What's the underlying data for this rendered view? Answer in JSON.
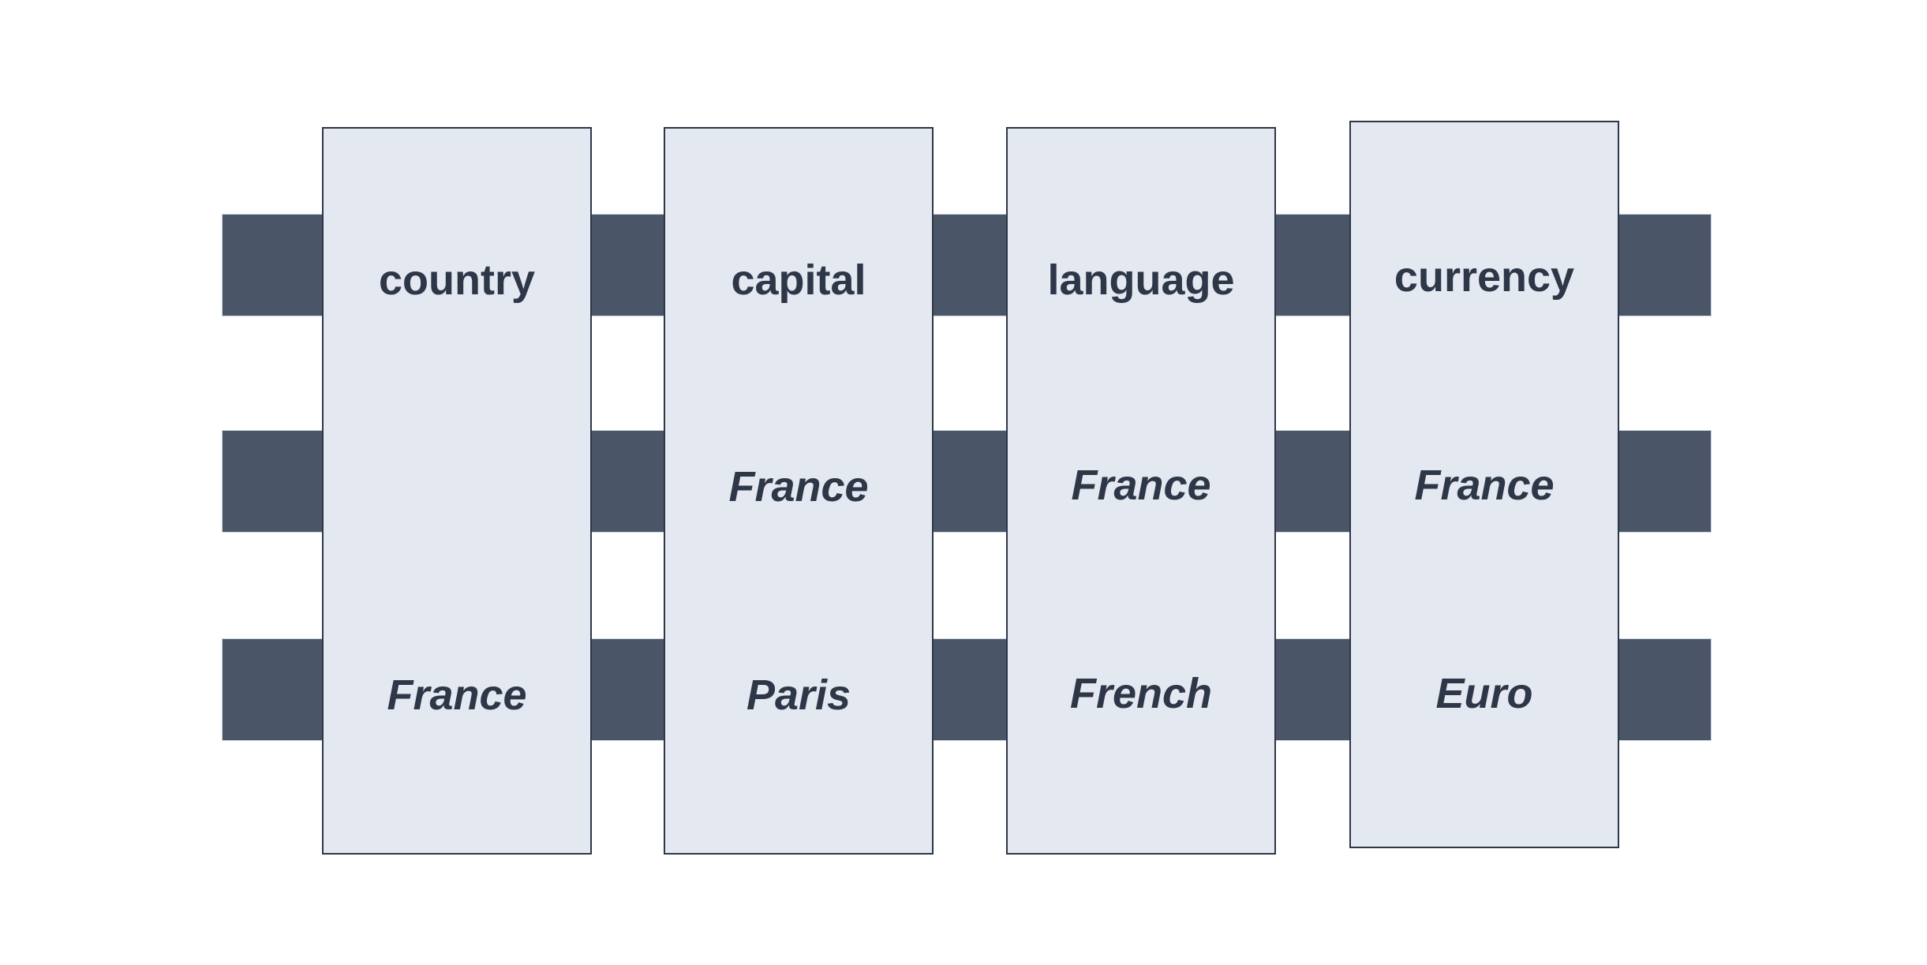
{
  "columns": [
    {
      "header": "country",
      "values": [
        "",
        "France"
      ]
    },
    {
      "header": "capital",
      "values": [
        "France",
        "Paris"
      ]
    },
    {
      "header": "language",
      "values": [
        "France",
        "French"
      ]
    },
    {
      "header": "currency",
      "values": [
        "France",
        "Euro"
      ]
    }
  ],
  "colors": {
    "band": "#4a5568",
    "column_fill": "#e4e8f0",
    "column_border": "#2d3748",
    "text": "#2d3748"
  }
}
